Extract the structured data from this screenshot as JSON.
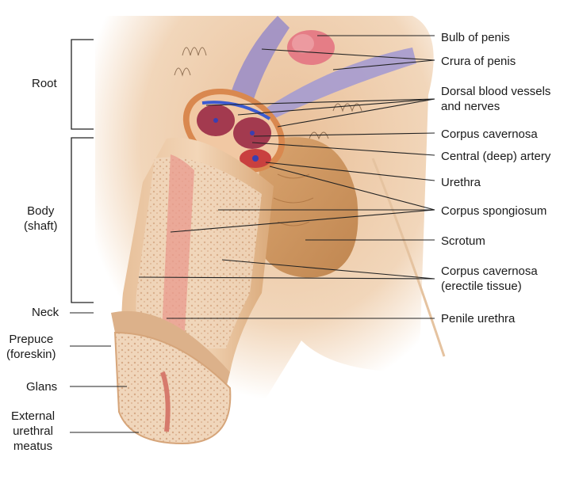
{
  "diagram": {
    "right_labels": {
      "bulb_of_penis": "Bulb of penis",
      "crura_of_penis": "Crura of penis",
      "dorsal_vessels_line1": "Dorsal blood vessels",
      "dorsal_vessels_line2": "and nerves",
      "corpus_cavernosa": "Corpus cavernosa",
      "central_artery": "Central (deep) artery",
      "urethra": "Urethra",
      "corpus_spongiosum": "Corpus spongiosum",
      "scrotum": "Scrotum",
      "corpus_cavernosa_erectile_line1": "Corpus cavernosa",
      "corpus_cavernosa_erectile_line2": "(erectile tissue)",
      "penile_urethra": "Penile urethra"
    },
    "left_labels": {
      "root": "Root",
      "body_line1": "Body",
      "body_line2": "(shaft)",
      "neck": "Neck",
      "prepuce_line1": "Prepuce",
      "prepuce_line2": "(foreskin)",
      "glans": "Glans",
      "meatus_line1": "External",
      "meatus_line2": "urethral",
      "meatus_line3": "meatus"
    },
    "colors": {
      "skin": "#e2b07a",
      "skin_shadow": "#c98f5a",
      "spongy_tissue": "#efd2b4",
      "urethra_pink": "#e99a8e",
      "crura_purple": "#9c8fc6",
      "bulb_pink": "#e57d86",
      "leader_line": "#222222"
    }
  }
}
